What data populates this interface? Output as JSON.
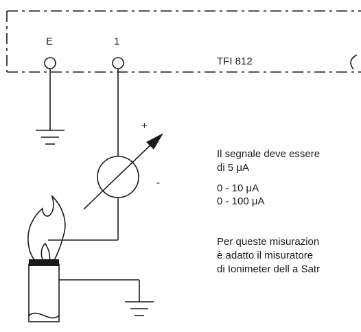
{
  "terminals": {
    "earth_label": "E",
    "one_label": "1"
  },
  "device": {
    "name": "TFI 812"
  },
  "meter": {
    "plus_label": "+",
    "minus_label": "-"
  },
  "notes": {
    "line1": "Il segnale deve essere",
    "line2": "di 5 μA",
    "range1": "0 - 10 μA",
    "range2": "0 - 100 μA",
    "para1": "Per queste misurazion",
    "para2": "è adatto il misuratore",
    "para3": "di Ionimeter dell a Satr"
  }
}
